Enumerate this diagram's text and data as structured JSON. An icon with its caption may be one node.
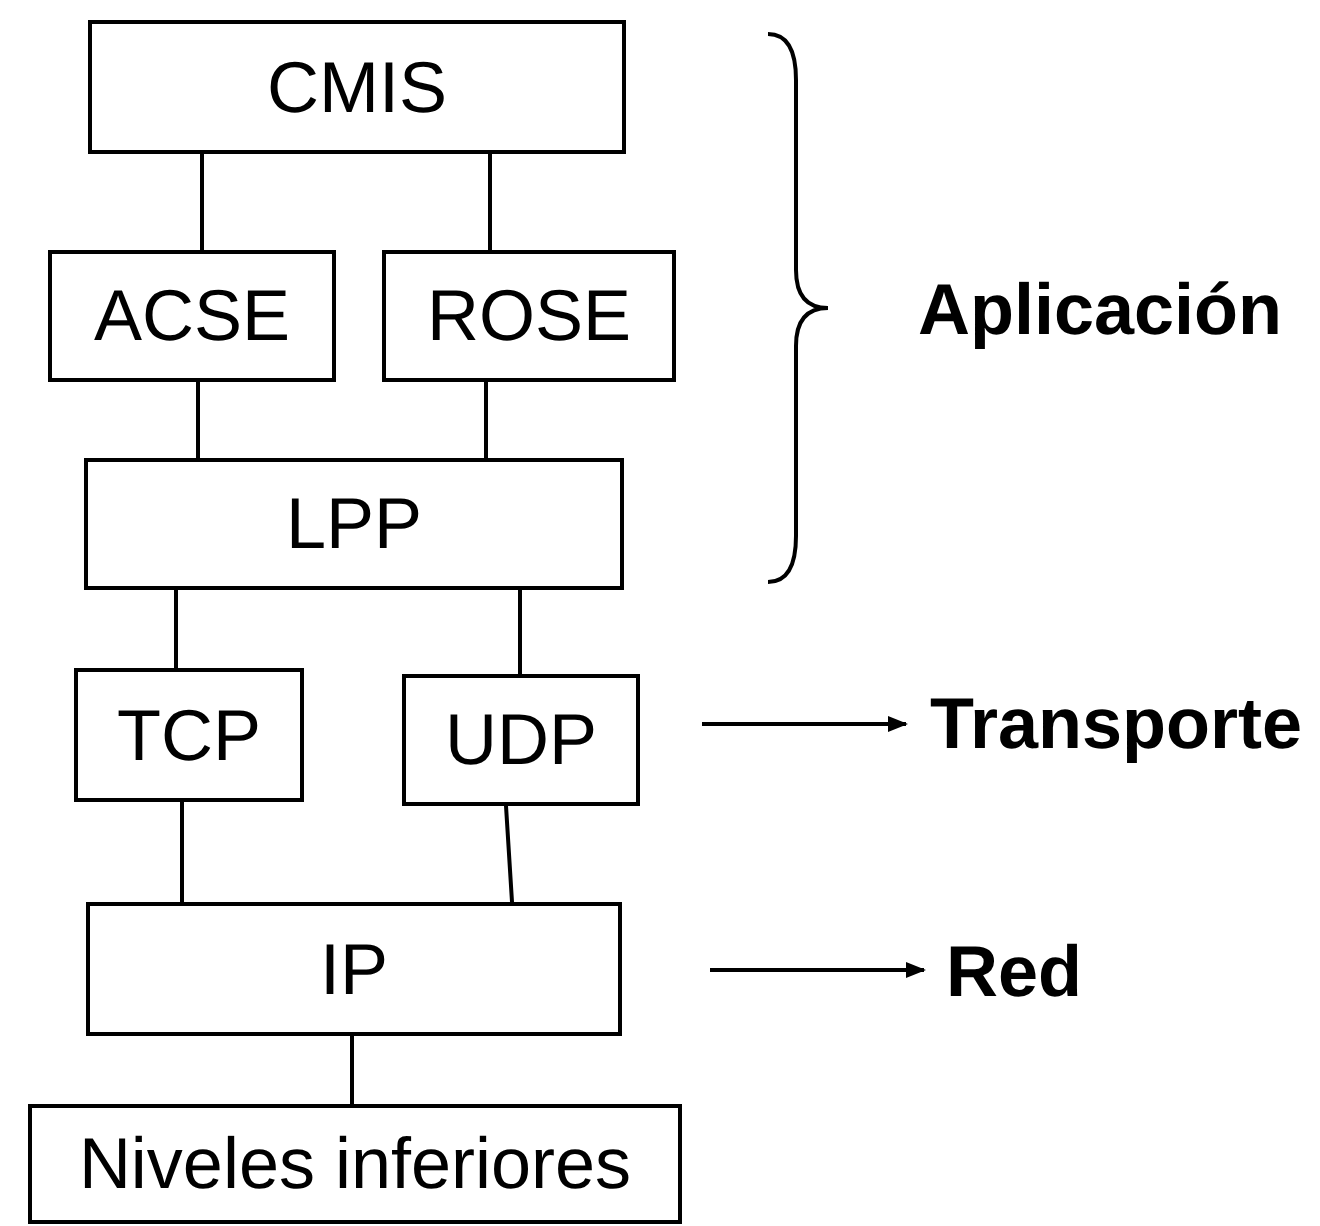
{
  "diagram": {
    "nodes": [
      {
        "text": [
          "CMIS"
        ]
      },
      {
        "text": [
          "ACSE"
        ]
      },
      {
        "text": [
          "ROSE"
        ]
      },
      {
        "text": [
          "LPP"
        ]
      },
      {
        "text": [
          "TCP"
        ]
      },
      {
        "text": [
          "UDP"
        ]
      },
      {
        "text": [
          "Transporte"
        ]
      },
      {
        "text": [
          "IP"
        ]
      },
      {
        "text": [
          "Red"
        ]
      },
      {
        "text": [
          "Niveles inferiores"
        ]
      }
    ],
    "edges": [
      {
        "from": 0,
        "to": 1,
        "arrow": "none"
      },
      {
        "from": 0,
        "to": 2,
        "arrow": "none"
      },
      {
        "from": 1,
        "to": 3,
        "arrow": "none"
      },
      {
        "from": 2,
        "to": 3,
        "arrow": "none"
      },
      {
        "from": 3,
        "to": 4,
        "arrow": "none"
      },
      {
        "from": 3,
        "to": 5,
        "arrow": "none"
      },
      {
        "from": 4,
        "to": 7,
        "arrow": "none"
      },
      {
        "from": 5,
        "to": 7,
        "arrow": "none"
      },
      {
        "from": 7,
        "to": 9,
        "arrow": "none"
      },
      {
        "from": null,
        "to": 6,
        "arrow": "to"
      },
      {
        "from": null,
        "to": 8,
        "arrow": "to"
      }
    ],
    "labels": [
      "Aplicación"
    ]
  }
}
